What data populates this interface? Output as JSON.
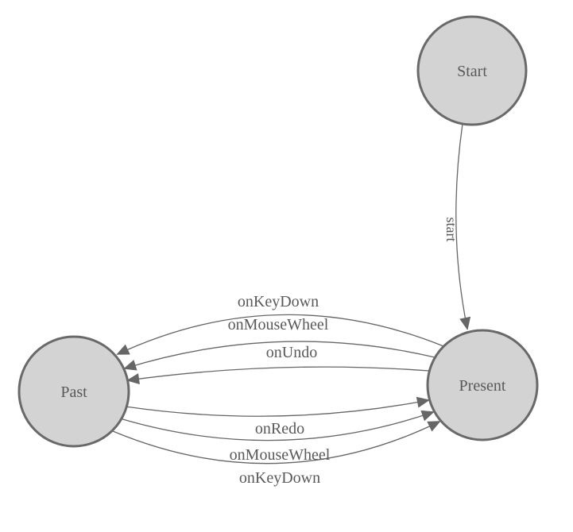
{
  "diagram": {
    "type": "state-transition-diagram",
    "colors": {
      "background": "#ffffff",
      "node_fill": "#d3d3d3",
      "node_border": "#696969",
      "edge": "#666666",
      "arrowhead": "#666666",
      "text": "#595959"
    },
    "nodes": {
      "start": {
        "label": "Start"
      },
      "present": {
        "label": "Present"
      },
      "past": {
        "label": "Past"
      }
    },
    "edges": {
      "start_to_present": {
        "from": "Start",
        "to": "Present",
        "label": "start"
      },
      "present_to_past": [
        {
          "from": "Present",
          "to": "Past",
          "label": "onKeyDown"
        },
        {
          "from": "Present",
          "to": "Past",
          "label": "onMouseWheel"
        },
        {
          "from": "Present",
          "to": "Past",
          "label": "onUndo"
        }
      ],
      "past_to_present": [
        {
          "from": "Past",
          "to": "Present",
          "label": "onRedo"
        },
        {
          "from": "Past",
          "to": "Present",
          "label": "onMouseWheel"
        },
        {
          "from": "Past",
          "to": "Present",
          "label": "onKeyDown"
        }
      ]
    }
  }
}
